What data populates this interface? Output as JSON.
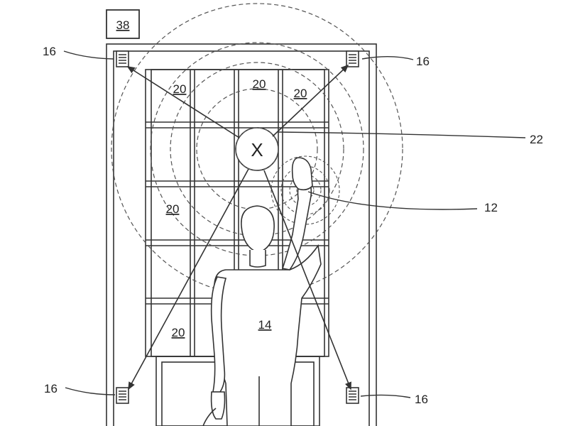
{
  "figure": {
    "box_label": "38",
    "sensor_label": "16",
    "location_label": "22",
    "device_label": "12",
    "person_label": "14",
    "bin_label": "20",
    "marker_glyph": "X"
  },
  "colors": {
    "line": "#333333",
    "background": "#ffffff"
  }
}
